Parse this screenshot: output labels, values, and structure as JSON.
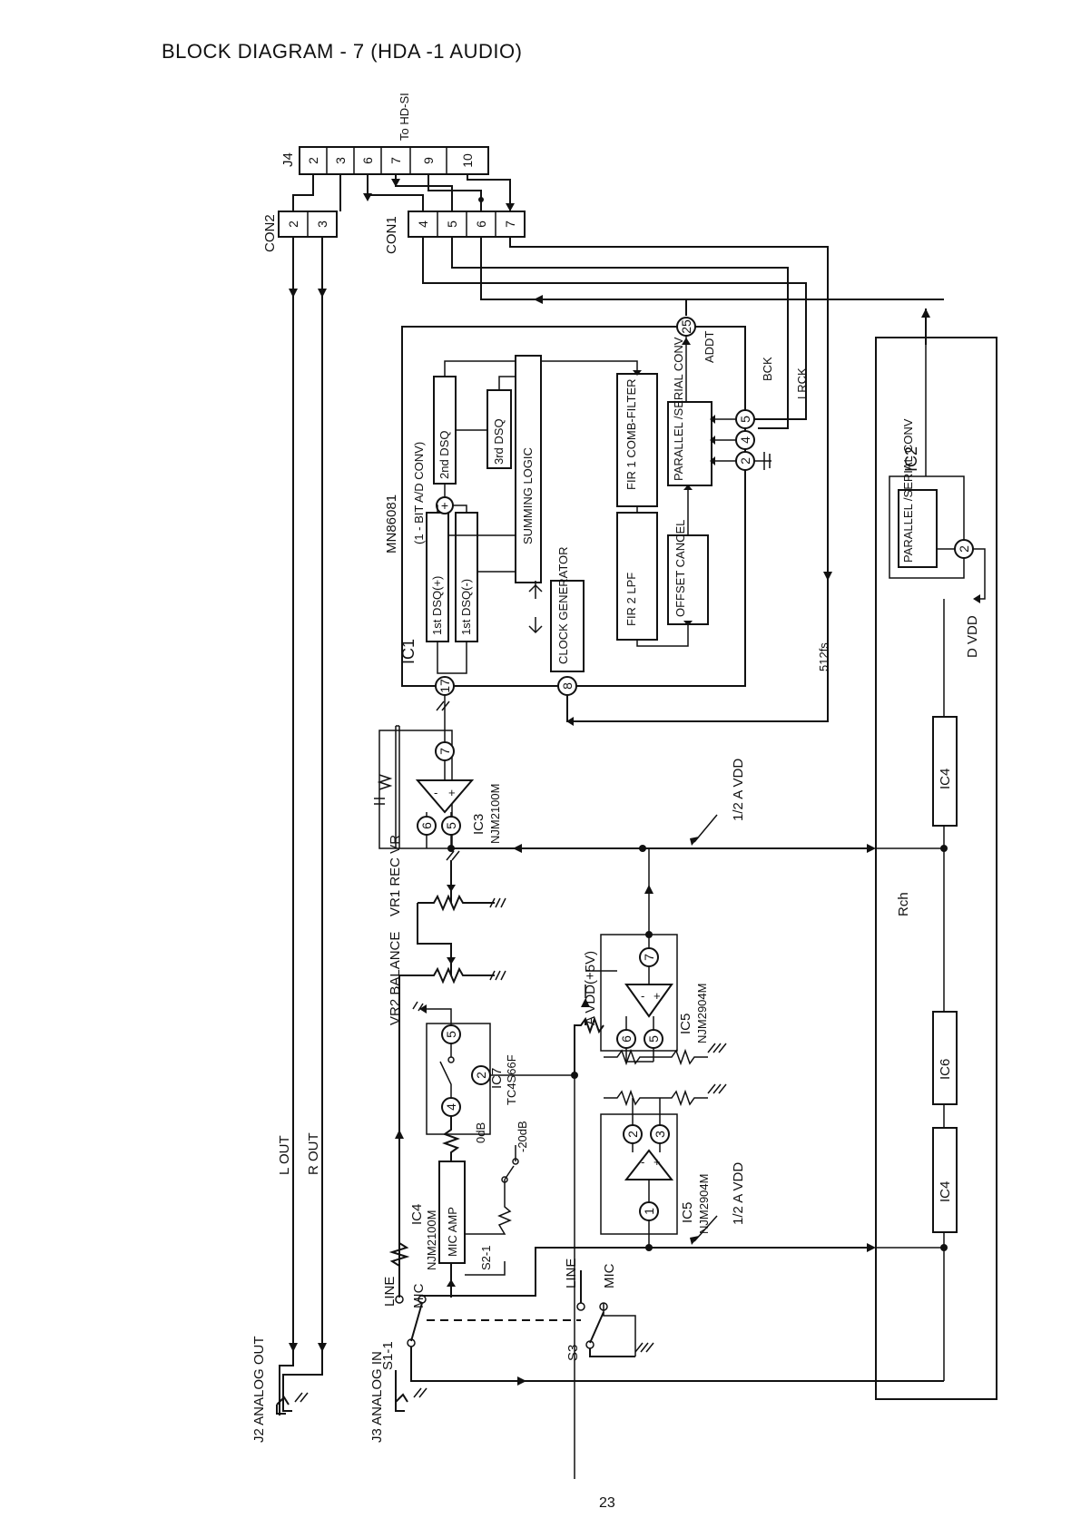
{
  "title": "BLOCK DIAGRAM - 7 (HDA -1 AUDIO)",
  "page_number": "23",
  "connectors": {
    "j4": {
      "label": "J4",
      "pins": [
        "2",
        "3",
        "6",
        "7",
        "9",
        "10"
      ],
      "to": "To HD-SI"
    },
    "con2": {
      "label": "CON2",
      "pins": [
        "2",
        "3"
      ]
    },
    "con1": {
      "label": "CON1",
      "pins": [
        "4",
        "5",
        "6",
        "7"
      ]
    },
    "j2": {
      "label": "J2 ANALOG OUT"
    },
    "j3": {
      "label": "J3 ANALOG IN"
    }
  },
  "ic1": {
    "name": "IC1",
    "part": "MN86081",
    "note": "(1 - BIT A/D CONV)",
    "blocks": {
      "dsq_plus": "1st DSQ(+)",
      "dsq_minus": "1st DSQ(-)",
      "dsq2": "2nd DSQ",
      "dsq3": "3rd DSQ",
      "summing": "SUMMING LOGIC",
      "fir1": "FIR 1 COMB-FILTER",
      "fir2": "FIR 2 LPF",
      "offset": "OFFSET CANCEL",
      "clock": "CLOCK GENERATOR",
      "psconv": "PARALLEL /SERIAL CONV"
    },
    "pins": [
      "17",
      "8",
      "2",
      "4",
      "5",
      "25"
    ]
  },
  "ic2": {
    "name": "IC2",
    "block": "PARALLEL /SERIAL CONV",
    "pin": "2",
    "supply": "D VDD"
  },
  "ic3": {
    "name": "IC3",
    "part": "NJM2100M",
    "pins": [
      "6",
      "5",
      "7"
    ]
  },
  "ic4_mic": {
    "name": "IC4",
    "part": "NJM2100M",
    "block": "MIC AMP"
  },
  "ic5_upper": {
    "name": "IC5",
    "part": "NJM2904M",
    "pins": [
      "6",
      "5",
      "7"
    ]
  },
  "ic5_lower": {
    "name": "IC5",
    "part": "NJM2904M",
    "pins": [
      "2",
      "3",
      "1"
    ]
  },
  "ic7": {
    "name": "IC7",
    "part": "TC4S66F",
    "pins": [
      "4",
      "5",
      "2"
    ]
  },
  "controls": {
    "vr1": "VR1 REC VR",
    "vr2": "VR2 BALANCE",
    "s2": "S2-1",
    "s2_0db": "0dB",
    "s2_20db": "-20dB",
    "s1": "S1-1",
    "s1_line": "LINE",
    "s1_mic": "MIC",
    "s3": "S3",
    "s3_line": "LINE",
    "s3_mic": "MIC"
  },
  "signals": {
    "l_out": "L OUT",
    "r_out": "R OUT",
    "bck": "BCK",
    "lrck": "LRCK",
    "addt": "ADDT",
    "fs512": "512fs",
    "half_avdd_top": "1/2 A VDD",
    "half_avdd_bottom": "1/2 A VDD",
    "avdd": "A VDD(+5V)"
  },
  "rch": {
    "label": "Rch",
    "blocks": [
      "IC4",
      "IC6",
      "IC4"
    ]
  }
}
